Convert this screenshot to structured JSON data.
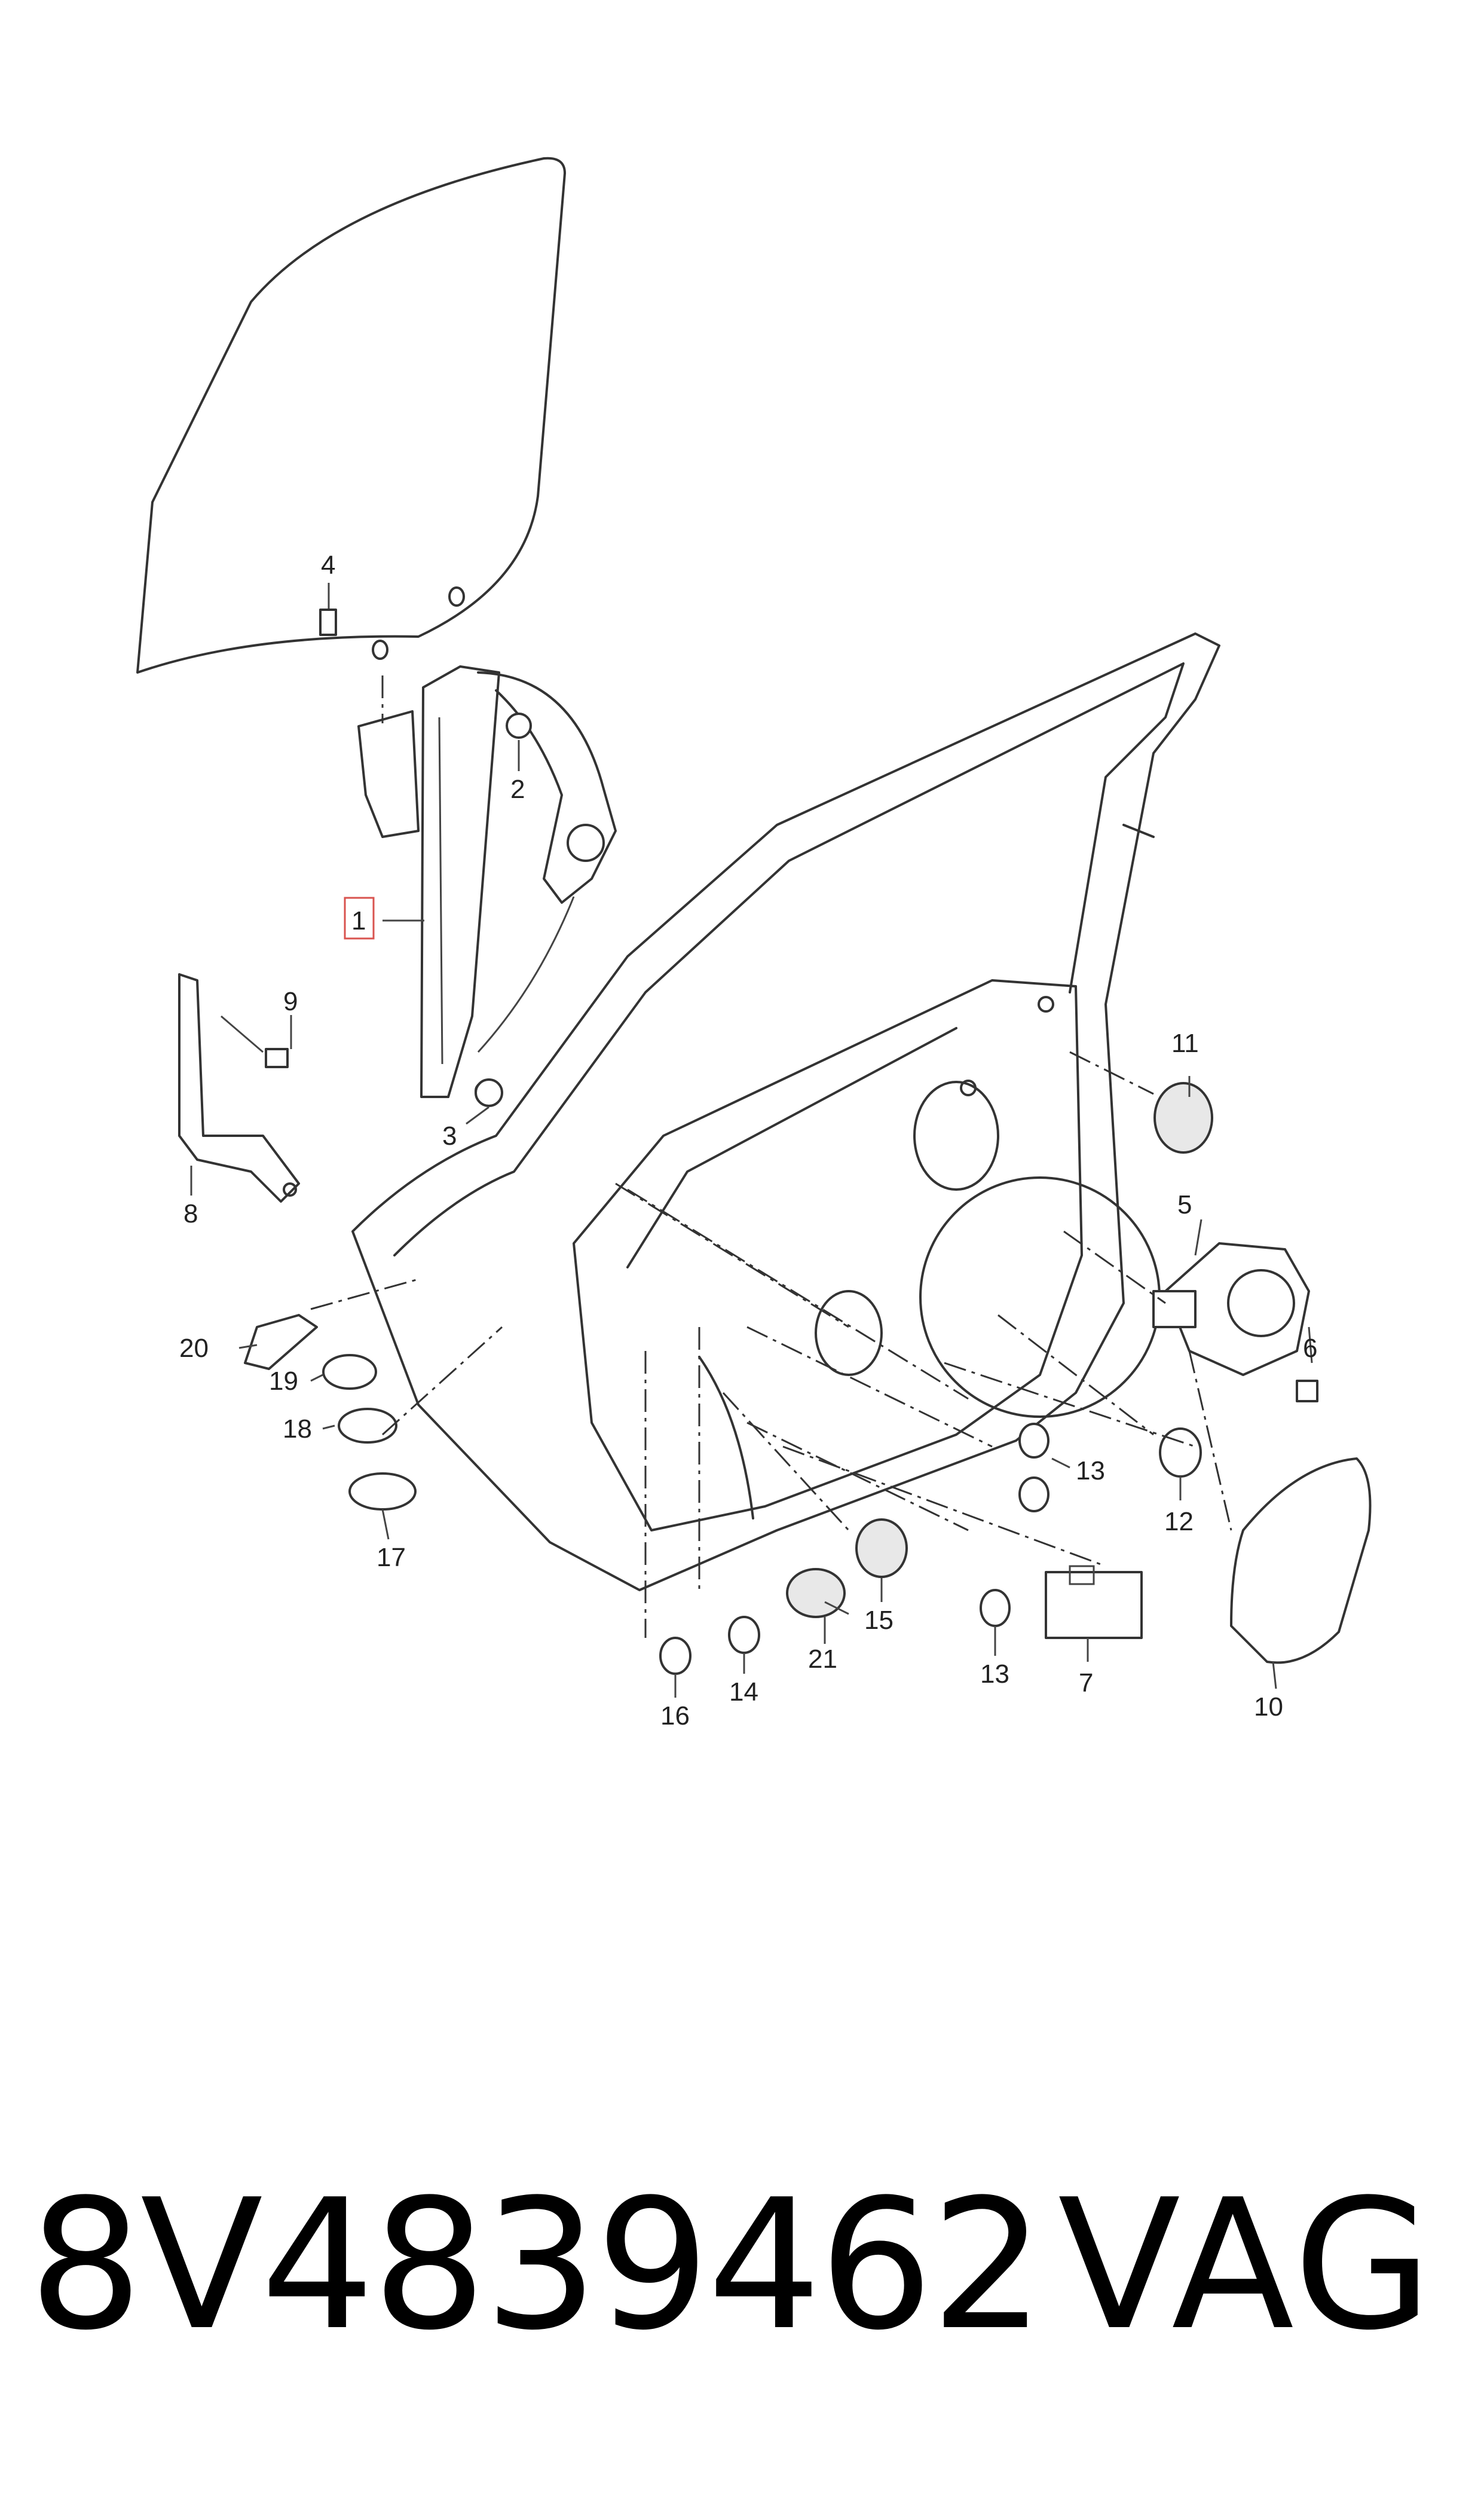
{
  "diagram": {
    "callouts": [
      {
        "id": "c1",
        "label": "1",
        "highlighted": true
      },
      {
        "id": "c2",
        "label": "2"
      },
      {
        "id": "c3",
        "label": "3"
      },
      {
        "id": "c4",
        "label": "4"
      },
      {
        "id": "c5",
        "label": "5"
      },
      {
        "id": "c6",
        "label": "6"
      },
      {
        "id": "c7",
        "label": "7"
      },
      {
        "id": "c8",
        "label": "8"
      },
      {
        "id": "c9",
        "label": "9"
      },
      {
        "id": "c10",
        "label": "10"
      },
      {
        "id": "c11",
        "label": "11"
      },
      {
        "id": "c12",
        "label": "12"
      },
      {
        "id": "c13a",
        "label": "13"
      },
      {
        "id": "c13b",
        "label": "13"
      },
      {
        "id": "c14",
        "label": "14"
      },
      {
        "id": "c15",
        "label": "15"
      },
      {
        "id": "c16",
        "label": "16"
      },
      {
        "id": "c17",
        "label": "17"
      },
      {
        "id": "c18",
        "label": "18"
      },
      {
        "id": "c19",
        "label": "19"
      },
      {
        "id": "c20",
        "label": "20"
      },
      {
        "id": "c21",
        "label": "21"
      }
    ],
    "highlight_color": "#d9534f"
  },
  "footer": {
    "part_number": "8V4839462",
    "brand": "VAG"
  }
}
